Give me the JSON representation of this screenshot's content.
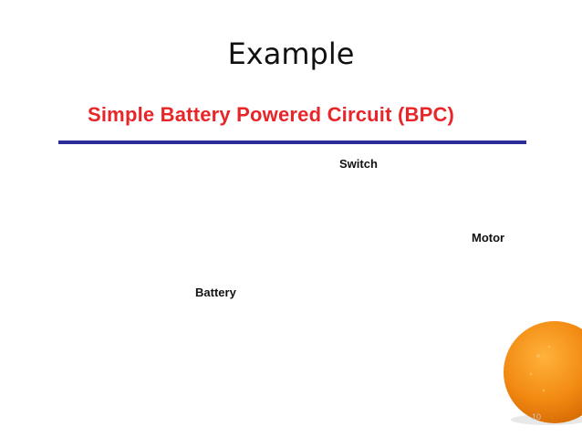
{
  "slide": {
    "title": "Example",
    "page_number": "10"
  },
  "diagram": {
    "title": "Simple Battery Powered Circuit (BPC)",
    "labels": {
      "switch": "Switch",
      "motor": "Motor",
      "battery": "Battery"
    }
  },
  "colors": {
    "title_red": "#e8262a",
    "rule_blue": "#2b2b9a",
    "wire": "#6b6b6b",
    "orange": "#f28a12"
  },
  "decoration": {
    "image": "orange-fruit"
  }
}
